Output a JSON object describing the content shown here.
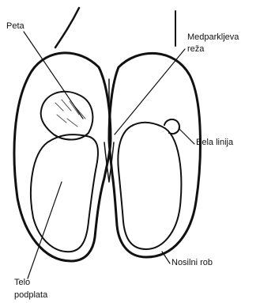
{
  "labels": {
    "peta": "Peta",
    "medparkljeva_line1": "Medparkljeva",
    "medparkljeva_line2": "reža",
    "bela_linija": "Bela linija",
    "nosilni_rob": "Nosilni rob",
    "telo_line1": "Telo",
    "telo_line2": "podplata"
  },
  "colors": {
    "ink": "#111111",
    "background": "#ffffff"
  }
}
